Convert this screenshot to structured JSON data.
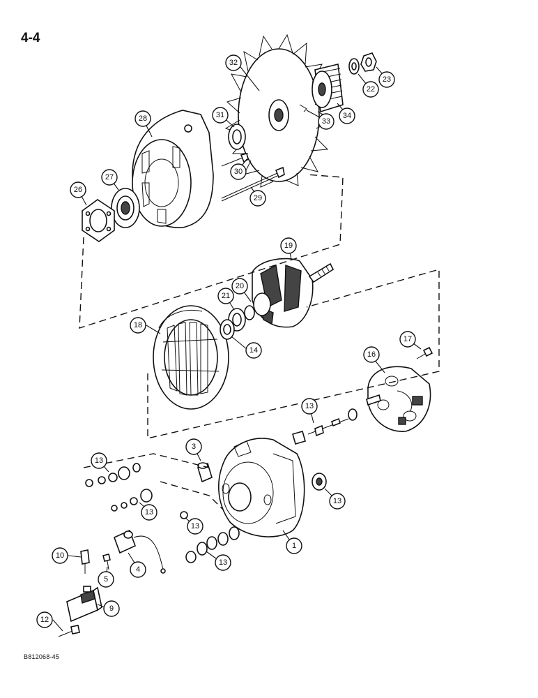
{
  "page_title": "4-4",
  "figure_code": "B812068-45",
  "callouts": [
    {
      "n": "32"
    },
    {
      "n": "23"
    },
    {
      "n": "22"
    },
    {
      "n": "34"
    },
    {
      "n": "33"
    },
    {
      "n": "31"
    },
    {
      "n": "28"
    },
    {
      "n": "30"
    },
    {
      "n": "29"
    },
    {
      "n": "27"
    },
    {
      "n": "26"
    },
    {
      "n": "19"
    },
    {
      "n": "20"
    },
    {
      "n": "21"
    },
    {
      "n": "18"
    },
    {
      "n": "14"
    },
    {
      "n": "17"
    },
    {
      "n": "16"
    },
    {
      "n": "13"
    },
    {
      "n": "3"
    },
    {
      "n": "13"
    },
    {
      "n": "13"
    },
    {
      "n": "13"
    },
    {
      "n": "13"
    },
    {
      "n": "1"
    },
    {
      "n": "13"
    },
    {
      "n": "10"
    },
    {
      "n": "5"
    },
    {
      "n": "4"
    },
    {
      "n": "12"
    },
    {
      "n": "9"
    }
  ]
}
